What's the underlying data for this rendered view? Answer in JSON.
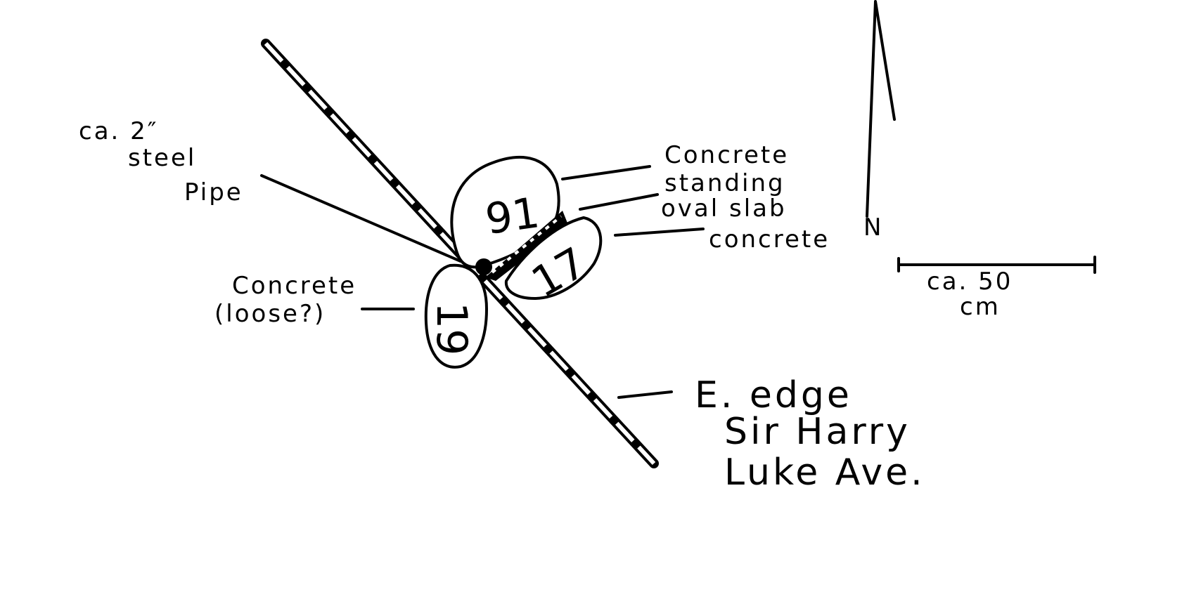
{
  "labels": {
    "pipe": [
      "ca. 2″",
      "steel",
      "Pipe"
    ],
    "concrete_slab": [
      "Concrete",
      "standing",
      "oval slab"
    ],
    "concrete_right": "concrete",
    "concrete_loose": [
      "Concrete",
      "(loose?)"
    ],
    "road": [
      "E. edge",
      "Sir Harry",
      "Luke Ave."
    ],
    "scale": [
      "ca. 50",
      "cm"
    ],
    "north": "N"
  },
  "stones": {
    "upper": "91",
    "right": "17",
    "left": "19"
  }
}
